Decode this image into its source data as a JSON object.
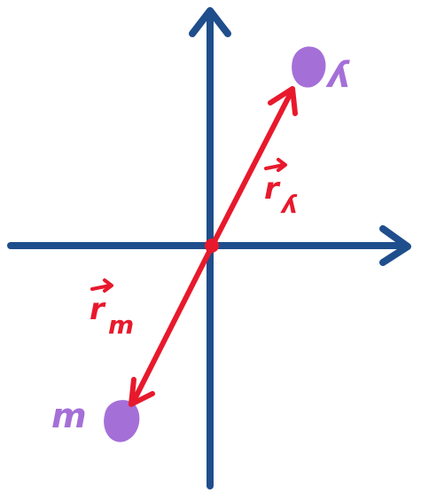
{
  "diagram": {
    "colors": {
      "background": "#ffffff",
      "axes": "#1f4e8c",
      "vectors": "#e8192c",
      "points": "#a56fd8"
    },
    "points": {
      "top": {
        "label": "ʎ"
      },
      "bottom": {
        "label": "m"
      }
    },
    "vectors": {
      "to_top": {
        "base": "r",
        "subscript": "ʎ"
      },
      "to_bottom": {
        "base": "r",
        "subscript": "m"
      }
    }
  }
}
